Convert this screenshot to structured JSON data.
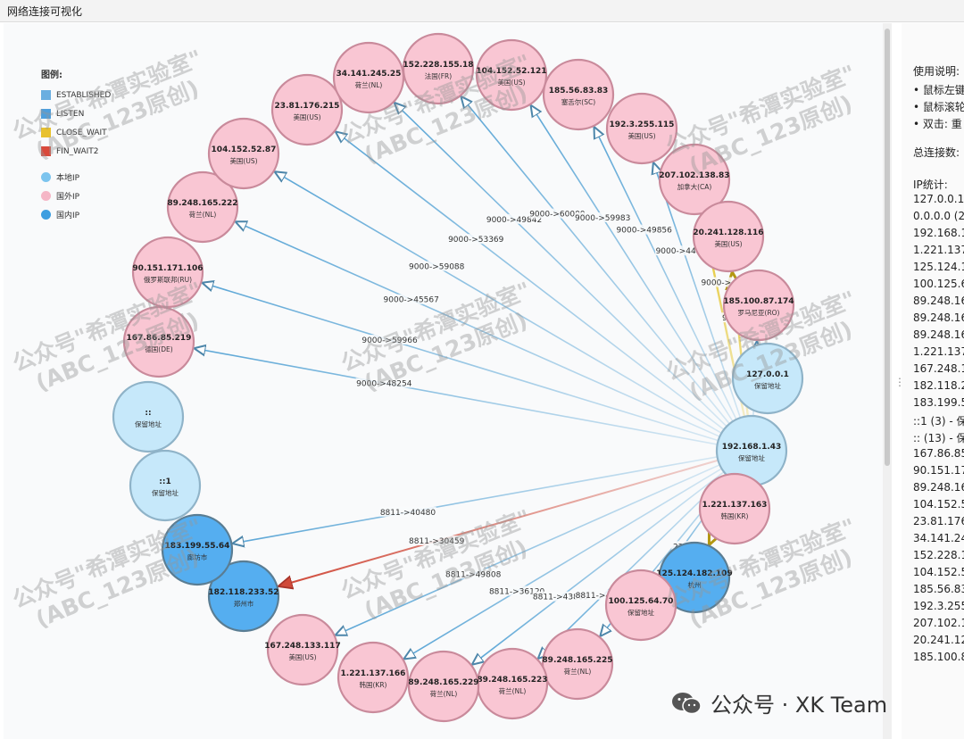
{
  "window": {
    "title": "网络连接可视化"
  },
  "legend": {
    "title": "图例:",
    "states": [
      {
        "label": "ESTABLISHED",
        "color": "#6aaee0"
      },
      {
        "label": "LISTEN",
        "color": "#4f9fdc"
      },
      {
        "label": "CLOSE_WAIT",
        "color": "#e8c12e"
      },
      {
        "label": "FIN_WAIT2",
        "color": "#d9493b"
      }
    ],
    "nodes": [
      {
        "label": "本地IP",
        "color": "#7cc4ee"
      },
      {
        "label": "国外IP",
        "color": "#f5b6c6"
      },
      {
        "label": "国内IP",
        "color": "#3d9ee0"
      }
    ]
  },
  "nodes": [
    {
      "ip": "127.0.0.1",
      "loc": "保留地址",
      "kind": "local"
    },
    {
      "ip": "192.168.1.43",
      "loc": "保留地址",
      "kind": "local"
    },
    {
      "ip": "1.221.137.163",
      "loc": "韩国(KR)",
      "kind": "foreign"
    },
    {
      "ip": "125.124.182.109",
      "loc": "杭州",
      "kind": "domestic"
    },
    {
      "ip": "100.125.64.70",
      "loc": "保留地址",
      "kind": "foreign"
    },
    {
      "ip": "89.248.165.225",
      "loc": "荷兰(NL)",
      "kind": "foreign"
    },
    {
      "ip": "89.248.165.223",
      "loc": "荷兰(NL)",
      "kind": "foreign"
    },
    {
      "ip": "89.248.165.229",
      "loc": "荷兰(NL)",
      "kind": "foreign"
    },
    {
      "ip": "1.221.137.166",
      "loc": "韩国(KR)",
      "kind": "foreign"
    },
    {
      "ip": "167.248.133.117",
      "loc": "美国(US)",
      "kind": "foreign"
    },
    {
      "ip": "182.118.233.52",
      "loc": "郑州市",
      "kind": "domestic"
    },
    {
      "ip": "183.199.55.64",
      "loc": "廊坊市",
      "kind": "domestic"
    },
    {
      "ip": "::1",
      "loc": "保留地址",
      "kind": "local"
    },
    {
      "ip": "::",
      "loc": "保留地址",
      "kind": "local"
    },
    {
      "ip": "167.86.85.219",
      "loc": "德国(DE)",
      "kind": "foreign"
    },
    {
      "ip": "90.151.171.106",
      "loc": "俄罗斯联邦(RU)",
      "kind": "foreign"
    },
    {
      "ip": "89.248.165.222",
      "loc": "荷兰(NL)",
      "kind": "foreign"
    },
    {
      "ip": "104.152.52.87",
      "loc": "美国(US)",
      "kind": "foreign"
    },
    {
      "ip": "23.81.176.215",
      "loc": "美国(US)",
      "kind": "foreign"
    },
    {
      "ip": "34.141.245.25",
      "loc": "荷兰(NL)",
      "kind": "foreign"
    },
    {
      "ip": "152.228.155.18",
      "loc": "法国(FR)",
      "kind": "foreign"
    },
    {
      "ip": "104.152.52.121",
      "loc": "美国(US)",
      "kind": "foreign"
    },
    {
      "ip": "185.56.83.83",
      "loc": "塞舌尔(SC)",
      "kind": "foreign"
    },
    {
      "ip": "192.3.255.115",
      "loc": "美国(US)",
      "kind": "foreign"
    },
    {
      "ip": "207.102.138.83",
      "loc": "加拿大(CA)",
      "kind": "foreign"
    },
    {
      "ip": "20.241.128.116",
      "loc": "美国(US)",
      "kind": "foreign"
    },
    {
      "ip": "185.100.87.174",
      "loc": "罗马尼亚(RO)",
      "kind": "foreign"
    }
  ],
  "edges": [
    {
      "from": 1,
      "to": 14,
      "label": "9000->48254",
      "state": "established"
    },
    {
      "from": 1,
      "to": 15,
      "label": "9000->59966",
      "state": "established"
    },
    {
      "from": 1,
      "to": 16,
      "label": "9000->45567",
      "state": "established"
    },
    {
      "from": 1,
      "to": 17,
      "label": "9000->59088",
      "state": "established"
    },
    {
      "from": 1,
      "to": 18,
      "label": "9000->53369",
      "state": "established"
    },
    {
      "from": 1,
      "to": 19,
      "label": "9000->49842",
      "state": "established"
    },
    {
      "from": 1,
      "to": 20,
      "label": "9000->60000",
      "state": "established"
    },
    {
      "from": 1,
      "to": 21,
      "label": "9000->59983",
      "state": "established"
    },
    {
      "from": 1,
      "to": 22,
      "label": "9000->49856",
      "state": "established"
    },
    {
      "from": 1,
      "to": 23,
      "label": "9000->44187",
      "state": "established"
    },
    {
      "from": 1,
      "to": 24,
      "label": "9000->",
      "state": "close_wait"
    },
    {
      "from": 1,
      "to": 25,
      "label": "9000->",
      "state": "close_wait"
    },
    {
      "from": 1,
      "to": 26,
      "label": "9000->",
      "state": "established"
    },
    {
      "from": 1,
      "to": 11,
      "label": "8811->40480",
      "state": "established"
    },
    {
      "from": 1,
      "to": 10,
      "label": "8811->30459",
      "state": "fin_wait2"
    },
    {
      "from": 1,
      "to": 9,
      "label": "8811->49808",
      "state": "established"
    },
    {
      "from": 1,
      "to": 8,
      "label": "8811->36120",
      "state": "established"
    },
    {
      "from": 1,
      "to": 7,
      "label": "8811->43869",
      "state": "established"
    },
    {
      "from": 1,
      "to": 6,
      "label": "8811->42525",
      "state": "established"
    },
    {
      "from": 1,
      "to": 5,
      "label": "8811->",
      "state": "established"
    },
    {
      "from": 1,
      "to": 4,
      "label": "22->",
      "state": "established"
    },
    {
      "from": 1,
      "to": 3,
      "label": "",
      "state": "close_wait"
    }
  ],
  "panel": {
    "usage_title": "使用说明:",
    "bullets": [
      "• 鼠标左键",
      "• 鼠标滚轮",
      "• 双击: 重"
    ],
    "total_label": "总连接数:",
    "stats_title": "IP统计:",
    "stats": [
      "127.0.0.1",
      "0.0.0.0 (2",
      "192.168.1",
      "1.221.137",
      "125.124.1",
      "100.125.6",
      "89.248.16",
      "89.248.16",
      "89.248.16",
      "1.221.137",
      "167.248.1",
      "182.118.2",
      "183.199.5",
      "::1 (3) - 保",
      ":: (13) - 保",
      "167.86.85",
      "90.151.17",
      "89.248.16",
      "104.152.5",
      "23.81.176",
      "34.141.24",
      "152.228.1",
      "104.152.5",
      "185.56.83",
      "192.3.255",
      "207.102.1",
      "20.241.12",
      "185.100.8"
    ]
  },
  "watermarks": [
    {
      "line1": "公众号\"希潭实验室\"",
      "line2": "(ABC_123原创)"
    },
    {
      "line1": "公众号\"希潭实验室\"",
      "line2": "(ABC_123原创)"
    },
    {
      "line1": "公众号\"希潭实验室\"",
      "line2": "(ABC_123原创)"
    },
    {
      "line1": "公众号\"希潭实验室\"",
      "line2": "(ABC_123原创)"
    },
    {
      "line1": "公众号\"希潭实验室\"",
      "line2": "(ABC_123原创)"
    },
    {
      "line1": "公众号\"希潭实验室\"",
      "line2": "(ABC_123原创)"
    },
    {
      "line1": "公众号\"希潭实验室\"",
      "line2": "(ABC_123原创)"
    },
    {
      "line1": "公众号\"希潭实验室\"",
      "line2": "(ABC_123原创)"
    },
    {
      "line1": "公众号\"希潭实验室\"",
      "line2": "(ABC_123原创)"
    }
  ],
  "brand": {
    "text": "公众号 · XK Team",
    "icon": "wechat-icon"
  },
  "colors": {
    "foreign_fill": "#f9c6d3",
    "foreign_stroke": "#c98a9b",
    "local_fill": "#c6e8fa",
    "local_stroke": "#8fb3c8",
    "domestic_fill": "#55aef0",
    "domestic_stroke": "#5a7d93",
    "edge_established": "#5ba6d6",
    "edge_close_wait": "#e3c21e",
    "edge_fin_wait2": "#d04a3a"
  }
}
